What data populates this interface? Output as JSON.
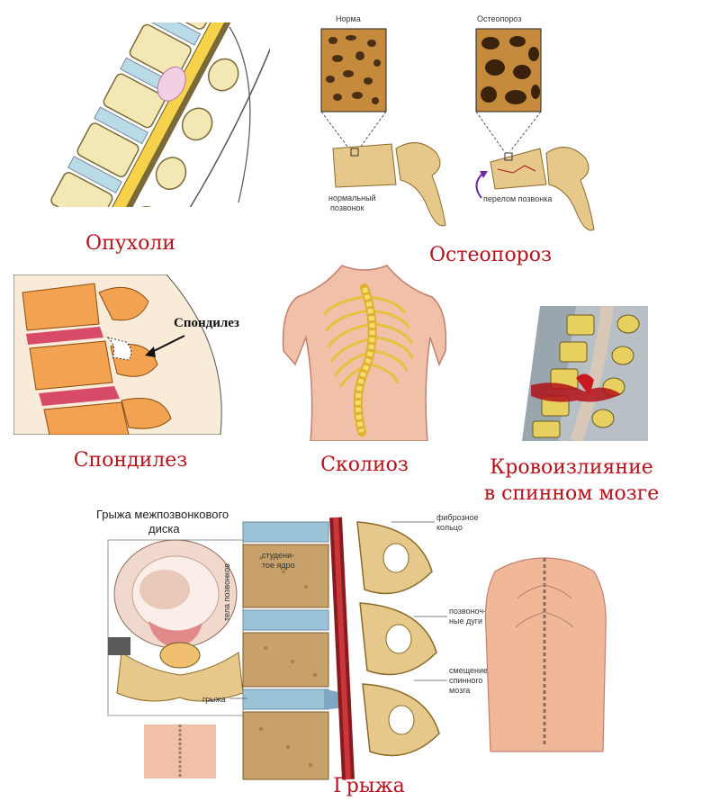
{
  "captions": {
    "tumors": "Опухоли",
    "osteoporosis": "Остеопороз",
    "spondylosis": "Спондилез",
    "scoliosis": "Сколиоз",
    "hemorrhage_line1": "Кровоизлияние",
    "hemorrhage_line2": "в спинном мозге",
    "hernia": "Грыжа"
  },
  "osteoporosis_panel": {
    "normal_label": "Норма",
    "osteo_label": "Остеопороз",
    "normal_vertebra_line1": "нормальный",
    "normal_vertebra_line2": "позвонок",
    "fracture_label": "перелом позвонка"
  },
  "spondylosis_panel": {
    "callout": "Спондилез"
  },
  "hernia_panel": {
    "title_line1": "Грыжа межпозвонкового",
    "title_line2": "диска",
    "fibrous_ring_line1": "фиброзное",
    "fibrous_ring_line2": "кольцо",
    "nucleus_line1": "студени-",
    "nucleus_line2": "тое ядро",
    "vertebral_bodies": "тела позвонков",
    "vertebral_arches_line1": "позвоноч-",
    "vertebral_arches_line2": "ные дуги",
    "cord_shift_line1": "смещение",
    "cord_shift_line2": "спинного",
    "cord_shift_line3": "мозга",
    "hernia_label": "грыжа"
  },
  "colors": {
    "caption": "#b5121b",
    "bone": "#e9d28a",
    "bone_dark": "#c9a24a",
    "disc": "#a9cfe0",
    "cord": "#f2d25a",
    "skin": "#f0c0a8",
    "blood": "#b01018"
  }
}
